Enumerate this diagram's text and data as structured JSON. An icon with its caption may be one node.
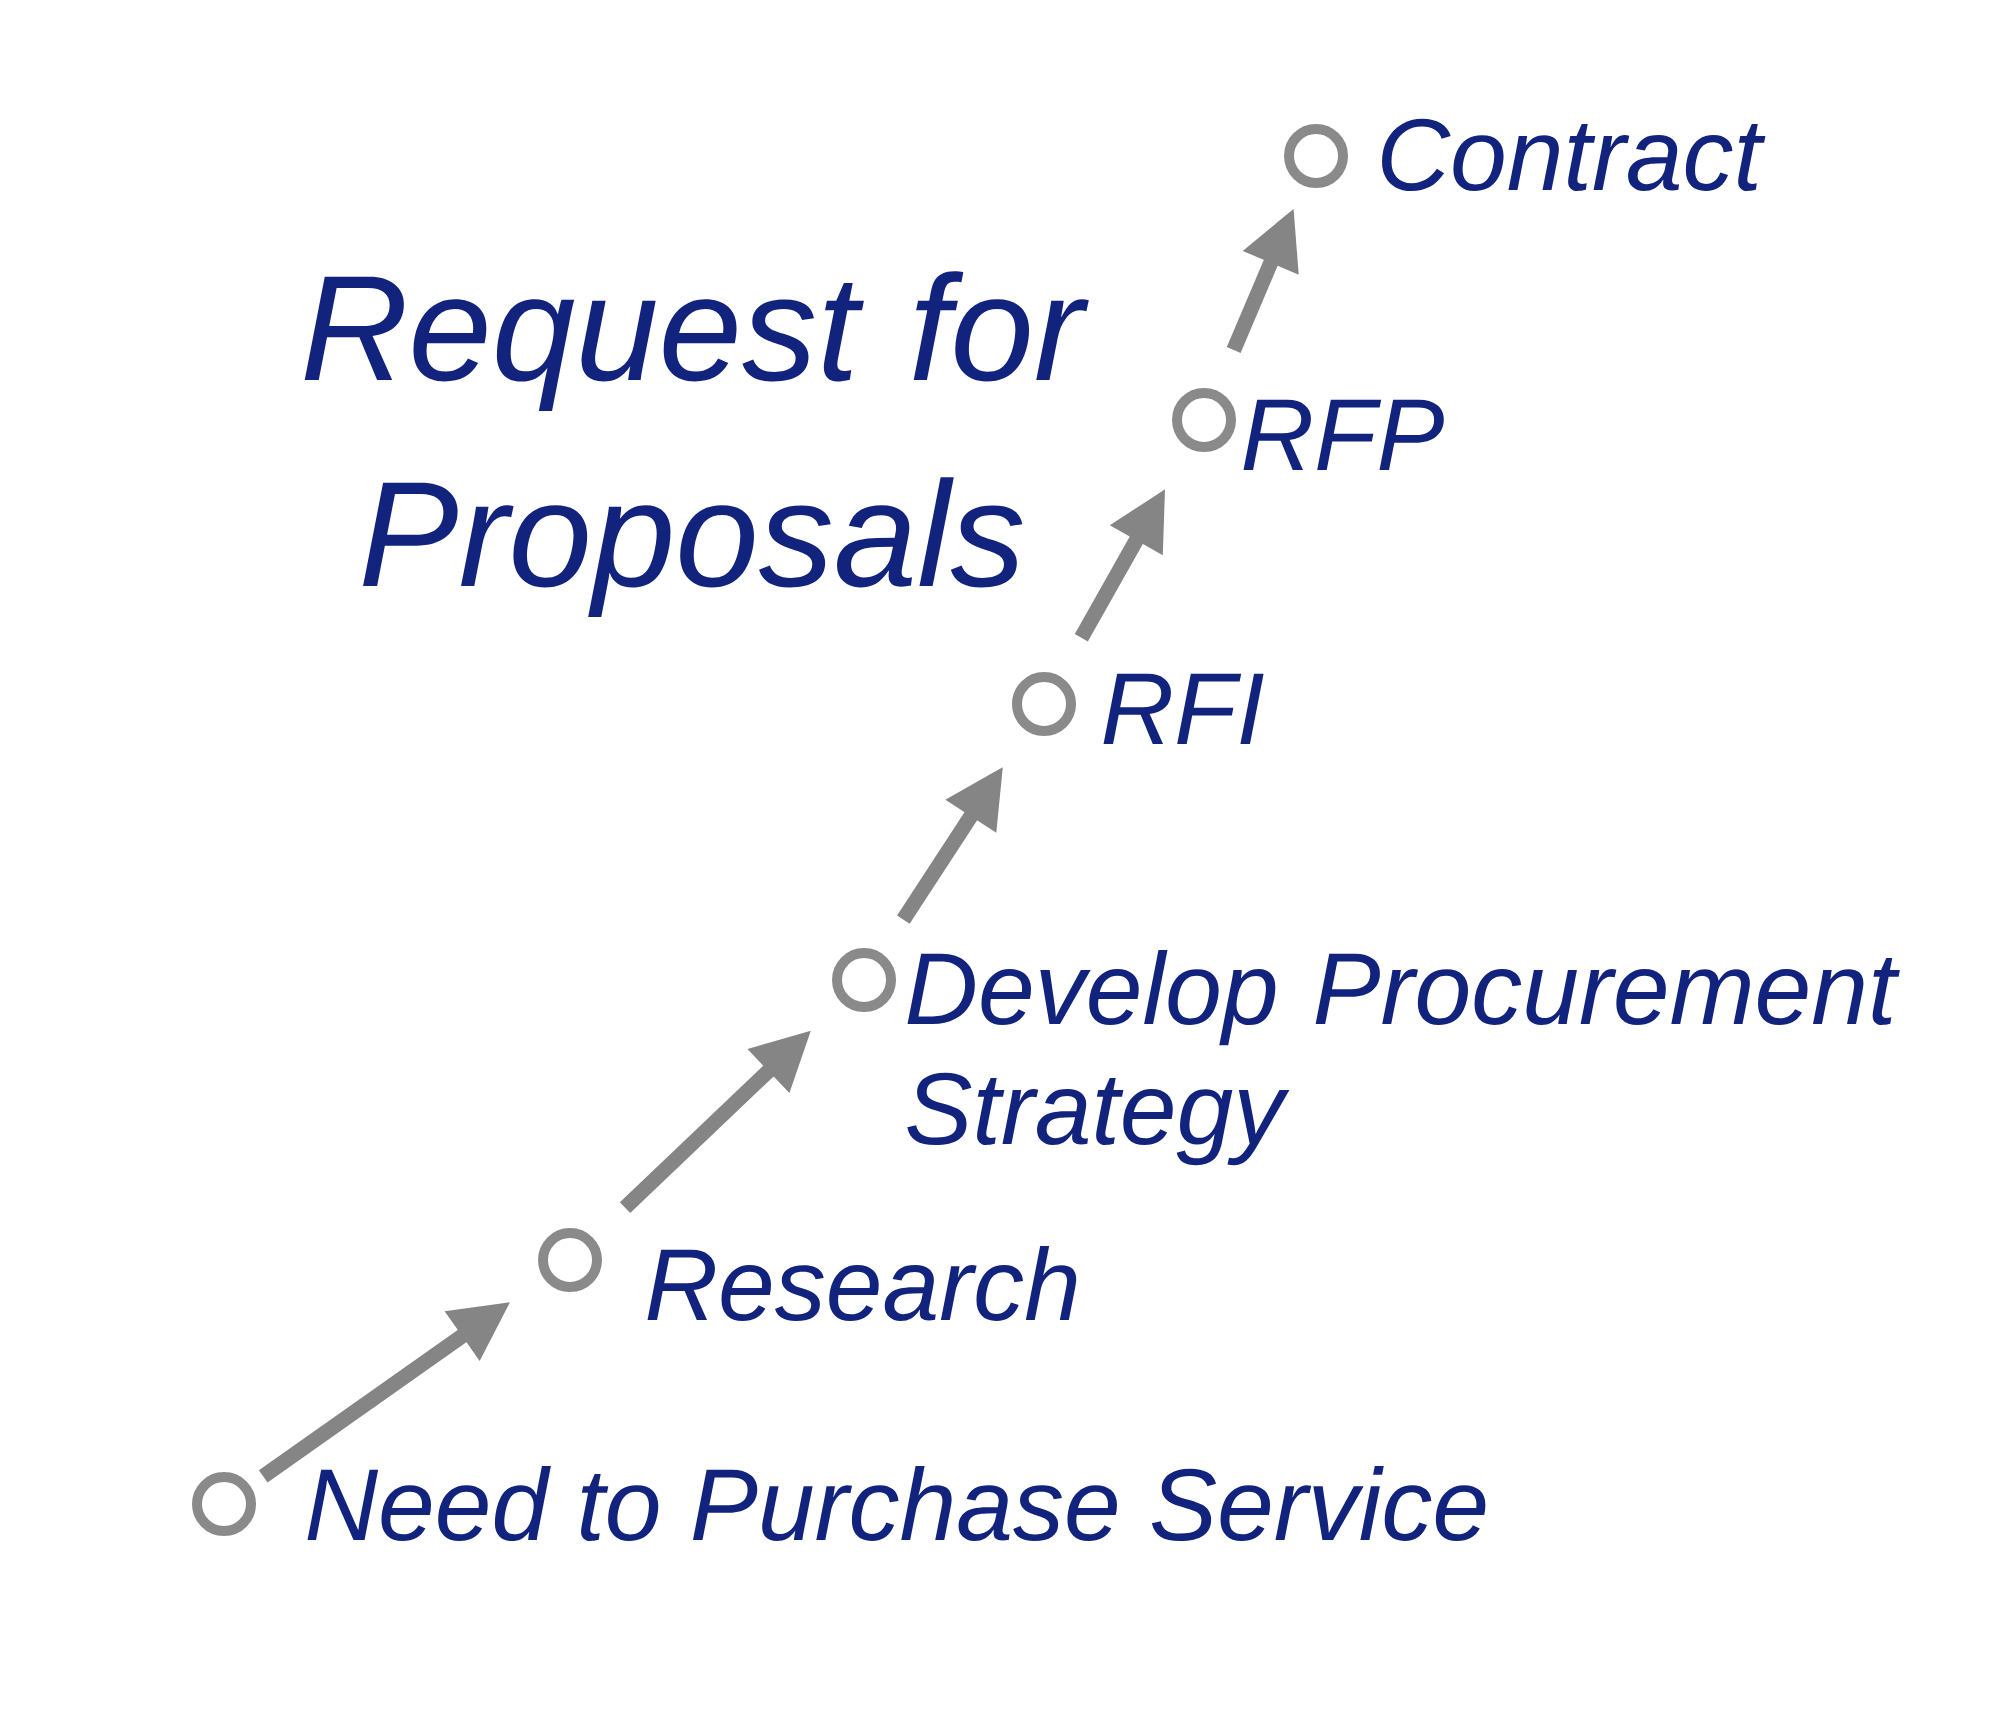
{
  "diagram": {
    "title": "Request for Proposals",
    "nodes": [
      {
        "text": [],
        "shape": "circle",
        "beside": [
          "Need to Purchase Service"
        ]
      },
      {
        "text": [],
        "shape": "circle",
        "beside": [
          "Research"
        ]
      },
      {
        "text": [],
        "shape": "circle",
        "beside": [
          "Develop Procurement Strategy"
        ]
      },
      {
        "text": [],
        "shape": "circle",
        "beside": [
          "RFI"
        ]
      },
      {
        "text": [],
        "shape": "circle",
        "beside": [
          "RFP"
        ]
      },
      {
        "text": [],
        "shape": "circle",
        "beside": [
          "Contract"
        ]
      }
    ],
    "edges": [
      {
        "from": 0,
        "to": 1,
        "arrow": "to"
      },
      {
        "from": 1,
        "to": 2,
        "arrow": "to"
      },
      {
        "from": 2,
        "to": 3,
        "arrow": "to"
      },
      {
        "from": 3,
        "to": 4,
        "arrow": "to"
      },
      {
        "from": 4,
        "to": 5,
        "arrow": "to"
      }
    ]
  }
}
